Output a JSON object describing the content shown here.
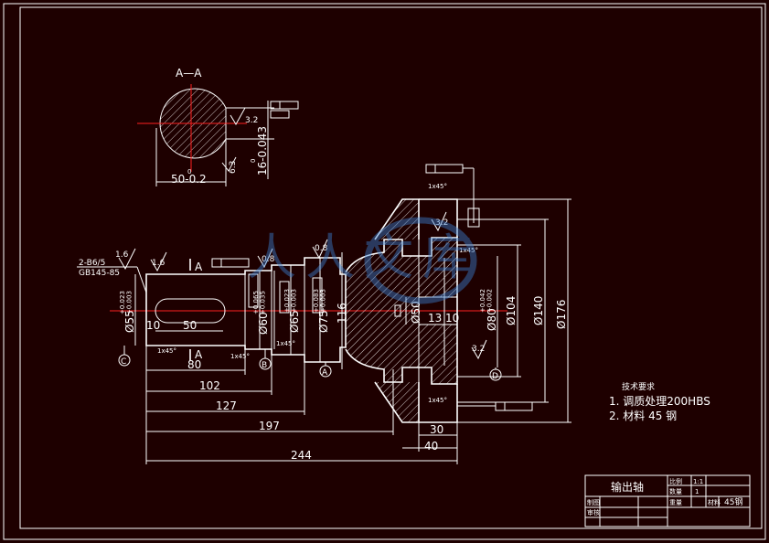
{
  "section": {
    "title": "A—A",
    "width_dim": "50-0.2",
    "width_tol_upper": "0",
    "key_dim": "16-0.043",
    "key_tol_upper": "0",
    "rough1": "3.2",
    "rough2": "6.3"
  },
  "keyway_note": {
    "line1": "2-B6/5",
    "line2": "GB145-85"
  },
  "diameters": {
    "d55": "Ø55",
    "d55_tol": "+0.023\n+0.003",
    "d60": "Ø60",
    "d60_tol": "+0.065\n+0.035",
    "d65": "Ø65",
    "d65_tol": "+0.023\n+0.003",
    "d75": "Ø75",
    "d75_tol": "+0.083\n+0.003",
    "d116": "116",
    "d50": "Ø50",
    "d80": "Ø80",
    "d80_tol": "+0.042\n+0.002",
    "d104": "Ø104",
    "d140": "Ø140",
    "d176": "Ø176"
  },
  "lengths": {
    "l10": "10",
    "l50": "50",
    "l80": "80",
    "l102": "102",
    "l127": "127",
    "l197": "197",
    "l244": "244",
    "l30": "30",
    "l40": "40",
    "l13": "13",
    "l10b": "10"
  },
  "roughness": {
    "r16a": "1.6",
    "r16b": "1.6",
    "r08a": "0.8",
    "r08b": "0.8",
    "r32a": "3.2",
    "r32b": "3.2"
  },
  "chamfers": {
    "c1": "1x45°",
    "c2": "1x45°",
    "c3": "1x45°",
    "c4": "1x45°",
    "c5": "1x45°",
    "c6": "1x45°"
  },
  "datums": {
    "a": "A",
    "b": "B",
    "c": "C",
    "d": "D",
    "a_label": "A"
  },
  "section_marks": {
    "top": "A",
    "bottom": "A"
  },
  "tech_requirements": {
    "title": "技术要求",
    "item1": "1. 调质处理200HBS",
    "item2": "2. 材料 45 钢"
  },
  "title_block": {
    "part_name": "输出轴",
    "scale_label": "比例",
    "scale_value": "1:1",
    "qty_label": "数量",
    "qty_value": "1",
    "material_label": "材料",
    "material_value": "45钢",
    "weight_label": "重量",
    "draw_label": "制图",
    "check_label": "审核"
  },
  "watermark": "人人文库"
}
